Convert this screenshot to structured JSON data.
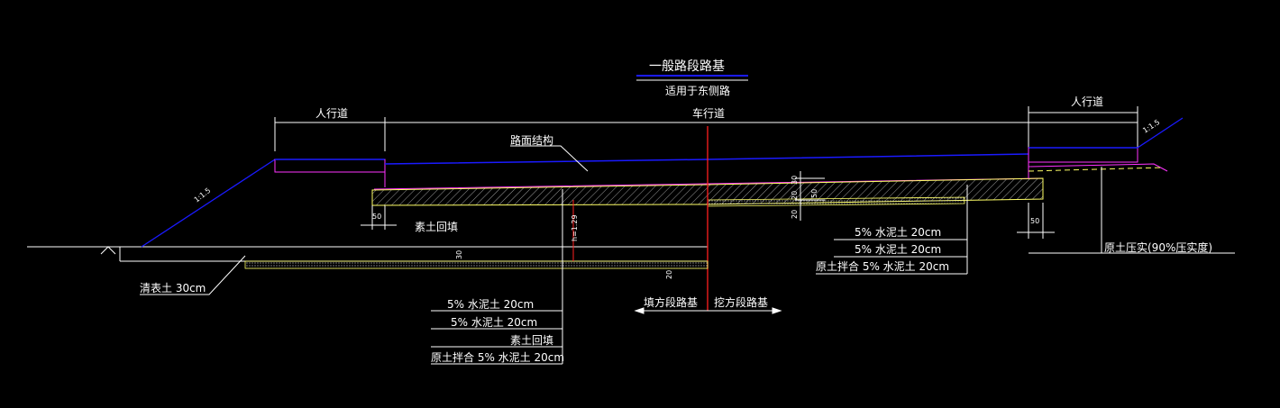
{
  "title": "一般路段路基",
  "subtitle": "适用于东侧路",
  "labels": {
    "sidewalk_left": "人行道",
    "sidewalk_right": "人行道",
    "carriageway": "车行道",
    "pavement_structure": "路面结构",
    "plain_backfill": "素土回填",
    "slope_left": "1:1.5",
    "slope_right": "1:1.5",
    "clear_surface": "清表土 30cm",
    "original_compacted": "原土压实(90%压实度)",
    "fill_section": "填方段路基",
    "cut_section": "挖方段路基"
  },
  "dimensions": {
    "d50_left": "50",
    "d50_right": "50",
    "d30_center": "30",
    "d20_bottom": "20",
    "d30_right_top": "30",
    "d20_right_mid": "20",
    "d20_right_low": "20",
    "d20_right_extra": "50",
    "d_fill_height": "h=1.29"
  },
  "layers_left": [
    "5% 水泥土  20cm",
    "5% 水泥土  20cm",
    "素土回填",
    "原土拌合  5% 水泥土  20cm"
  ],
  "layers_right": [
    "5% 水泥土  20cm",
    "5% 水泥土  20cm",
    "原土拌合  5% 水泥土  20cm"
  ],
  "colors": {
    "background": "#000000",
    "line_white": "#ffffff",
    "road_blue": "#1a1aff",
    "structure_magenta": "#ff33ff",
    "layer_yellow": "#ffff66",
    "centerline_red": "#ff2020"
  }
}
